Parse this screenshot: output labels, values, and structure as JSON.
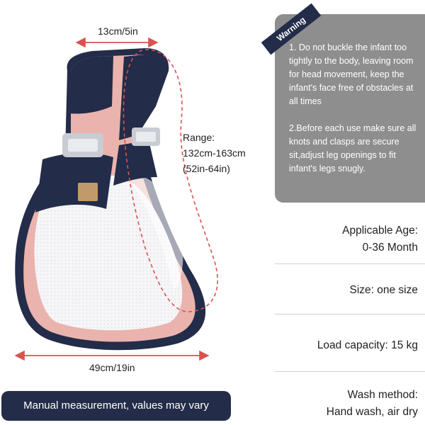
{
  "dimensions": {
    "top_width": "13cm/5in",
    "bottom_width": "49cm/19in",
    "range_title": "Range:",
    "range_cm": "132cm-163cm",
    "range_in": "(52in-64in)"
  },
  "warning": {
    "badge": "Warning",
    "item1": "1. Do not buckle the infant too tightly to the body, leaving room for head movement, keep the infant's face free of obstacles at all times",
    "item2": "2.Before each use make sure all knots and clasps are secure sit,adjust leg openings to fit infant's legs snugly."
  },
  "specs": {
    "age_label": "Applicable Age:",
    "age_value": "0-36 Month",
    "size": "Size: one size",
    "load": "Load capacity: 15 kg",
    "wash_label": "Wash method:",
    "wash_value": "Hand wash, air dry"
  },
  "banner": "Manual measurement, values may vary",
  "colors": {
    "navy": "#232c49",
    "pink": "#eab3ad",
    "card_gray": "#8e8e8e",
    "measure_red": "#d9534f"
  }
}
